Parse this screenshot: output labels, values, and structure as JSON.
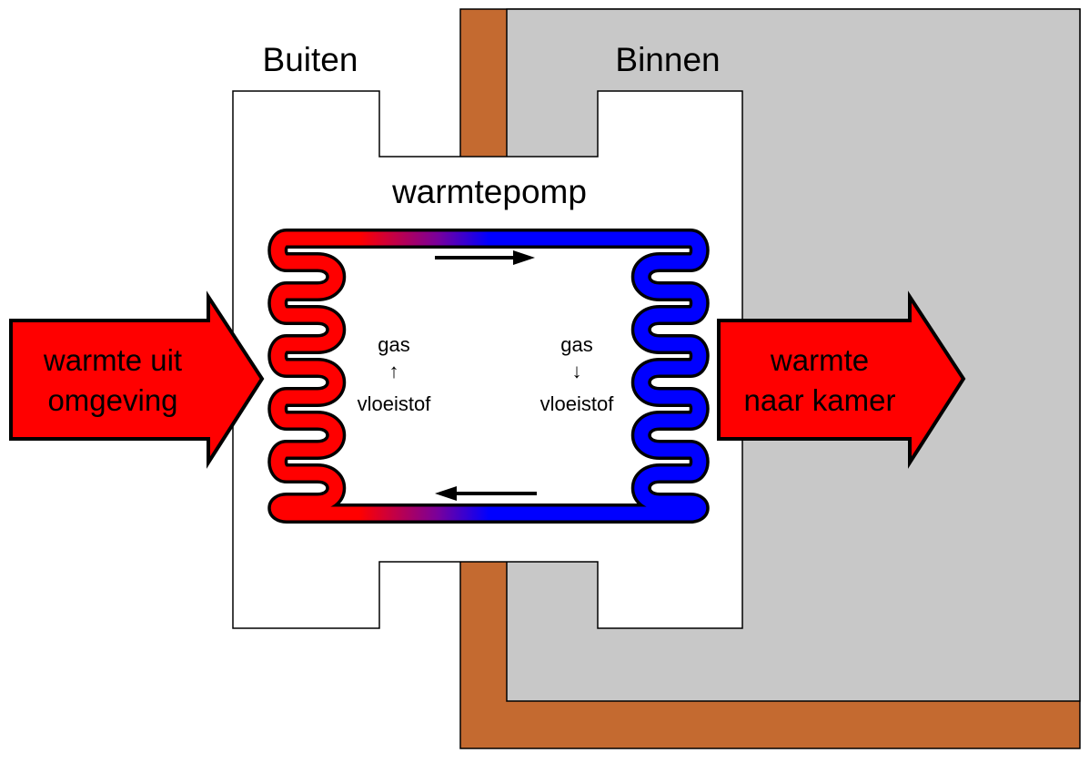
{
  "labels": {
    "outside": "Buiten",
    "inside": "Binnen",
    "device": "warmtepomp"
  },
  "arrows": {
    "in_line1": "warmte uit",
    "in_line2": "omgeving",
    "out_line1": "warmte",
    "out_line2": "naar kamer"
  },
  "phase_left": {
    "top": "gas",
    "symbol": "↑",
    "bottom": "vloeistof"
  },
  "phase_right": {
    "top": "gas",
    "symbol": "↓",
    "bottom": "vloeistof"
  },
  "colors": {
    "hot": "#ff0000",
    "cold": "#0000ff",
    "wall": "#c46a30",
    "room": "#c8c8c8",
    "mix": "#7a009a"
  }
}
